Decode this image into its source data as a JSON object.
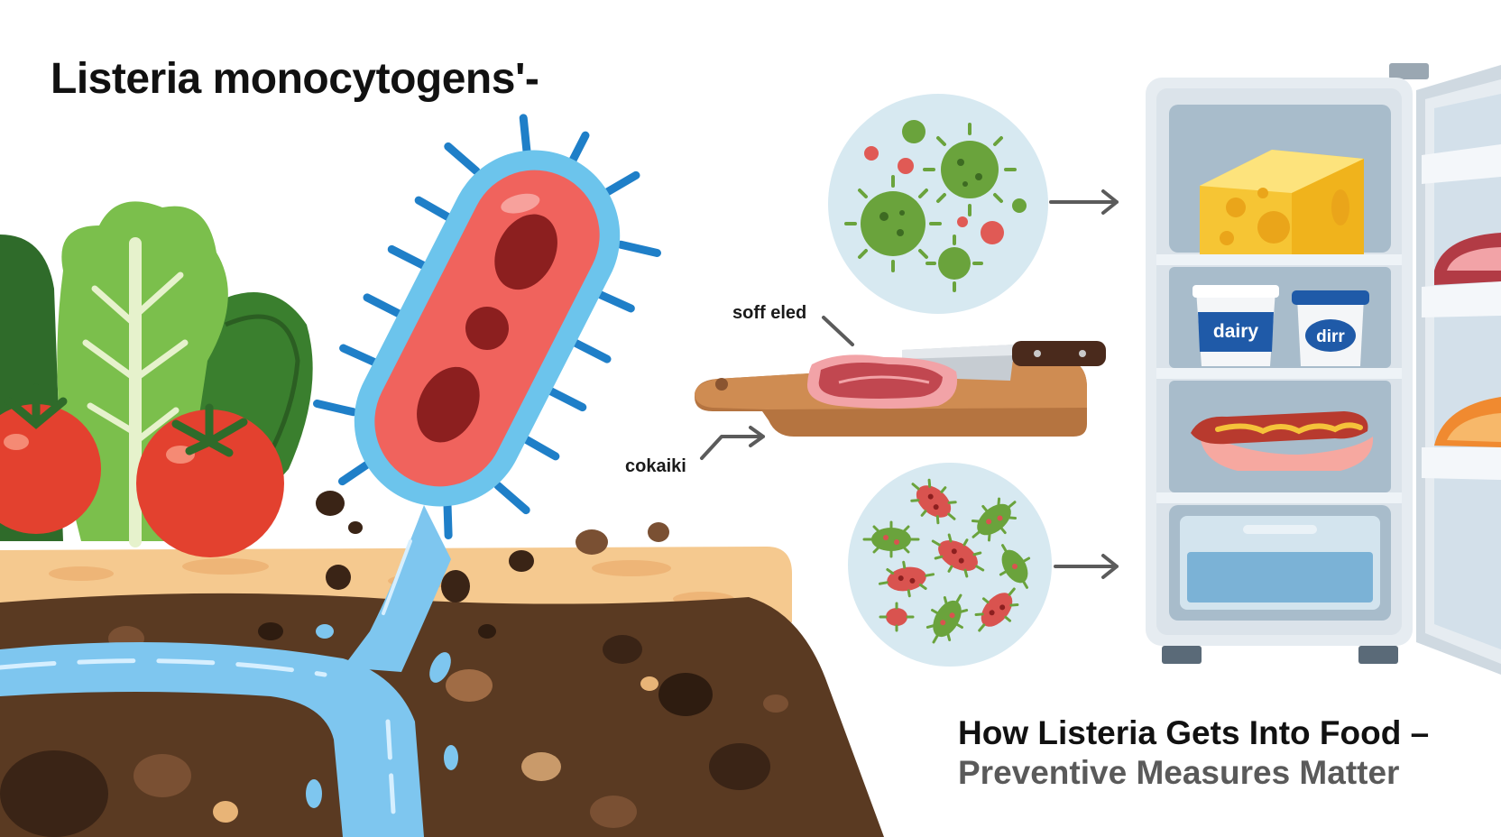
{
  "title": "Listeria monocytogens'-",
  "labels": {
    "cutting_board": "soff eled",
    "water_arrow": "cokaiki"
  },
  "fridge": {
    "tub_left": "dairy",
    "tub_right": "dirr"
  },
  "caption": {
    "line1": "How Listeria Gets Into Food –",
    "line2": "Preventive Measures Matter"
  },
  "colors": {
    "bacterium_body": "#f0635d",
    "bacterium_membrane": "#6cc4ec",
    "bacterium_flagella": "#1f7fc8",
    "soil": "#5a3a22",
    "sand": "#f5c98f",
    "water": "#7ec6ef",
    "fridge_body": "#e6ecf1",
    "microbe_green": "#6aa33c",
    "microbe_red": "#d9534f"
  }
}
